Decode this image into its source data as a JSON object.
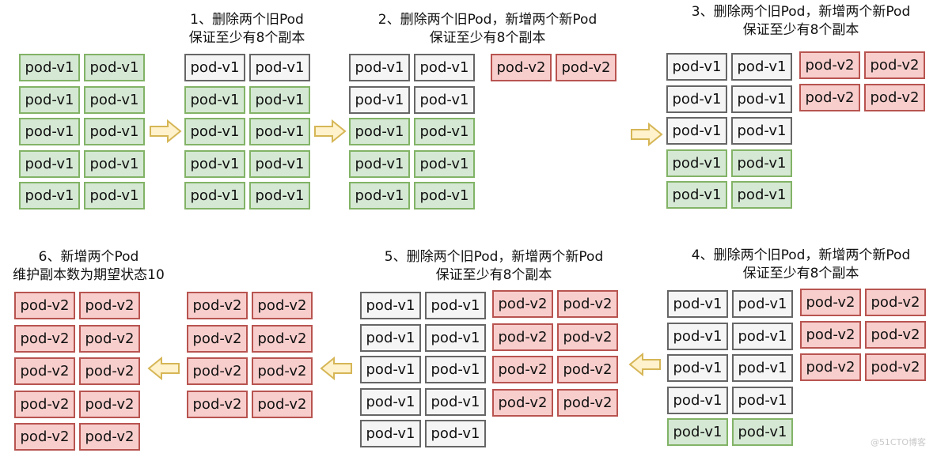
{
  "colors": {
    "green_fill": "#d5e8d4",
    "green_border": "#82b366",
    "white_fill": "#f5f5f5",
    "white_border": "#666666",
    "red_fill": "#f8cecc",
    "red_border": "#b85450",
    "arrow_fill": "#fff2cc",
    "arrow_border": "#d6b656"
  },
  "labels": {
    "v1": "pod-v1",
    "v2": "pod-v2"
  },
  "panels": [
    {
      "id": "initial",
      "title_lines": [],
      "rows": [
        [
          "g",
          "g"
        ],
        [
          "g",
          "g"
        ],
        [
          "g",
          "g"
        ],
        [
          "g",
          "g"
        ],
        [
          "g",
          "g"
        ]
      ],
      "extra_rows": []
    },
    {
      "id": "step1",
      "title_lines": [
        "1、删除两个旧Pod",
        "保证至少有8个副本"
      ],
      "rows": [
        [
          "w",
          "w"
        ],
        [
          "g",
          "g"
        ],
        [
          "g",
          "g"
        ],
        [
          "g",
          "g"
        ],
        [
          "g",
          "g"
        ]
      ],
      "extra_rows": []
    },
    {
      "id": "step2",
      "title_lines": [
        "2、删除两个旧Pod，新增两个新Pod",
        "保证至少有8个副本"
      ],
      "rows": [
        [
          "w",
          "w"
        ],
        [
          "w",
          "w"
        ],
        [
          "g",
          "g"
        ],
        [
          "g",
          "g"
        ],
        [
          "g",
          "g"
        ]
      ],
      "extra_rows": [
        [
          "r",
          "r"
        ]
      ]
    },
    {
      "id": "step3",
      "title_lines": [
        "3、删除两个旧Pod，新增两个新Pod",
        "保证至少有8个副本"
      ],
      "rows": [
        [
          "w",
          "w"
        ],
        [
          "w",
          "w"
        ],
        [
          "w",
          "w"
        ],
        [
          "g",
          "g"
        ],
        [
          "g",
          "g"
        ]
      ],
      "extra_rows": [
        [
          "r",
          "r"
        ],
        [
          "r",
          "r"
        ]
      ]
    },
    {
      "id": "step4",
      "title_lines": [
        "4、删除两个旧Pod，新增两个新Pod",
        "保证至少有8个副本"
      ],
      "rows": [
        [
          "w",
          "w"
        ],
        [
          "w",
          "w"
        ],
        [
          "w",
          "w"
        ],
        [
          "w",
          "w"
        ],
        [
          "g",
          "g"
        ]
      ],
      "extra_rows": [
        [
          "r",
          "r"
        ],
        [
          "r",
          "r"
        ],
        [
          "r",
          "r"
        ]
      ]
    },
    {
      "id": "step5",
      "title_lines": [
        "5、删除两个旧Pod，新增两个新Pod",
        "保证至少有8个副本"
      ],
      "rows": [
        [
          "w",
          "w"
        ],
        [
          "w",
          "w"
        ],
        [
          "w",
          "w"
        ],
        [
          "w",
          "w"
        ],
        [
          "w",
          "w"
        ]
      ],
      "extra_rows": [
        [
          "r",
          "r"
        ],
        [
          "r",
          "r"
        ],
        [
          "r",
          "r"
        ],
        [
          "r",
          "r"
        ]
      ]
    },
    {
      "id": "step5b",
      "title_lines": [],
      "rows": [
        [
          "r",
          "r"
        ],
        [
          "r",
          "r"
        ],
        [
          "r",
          "r"
        ],
        [
          "r",
          "r"
        ]
      ],
      "extra_rows": []
    },
    {
      "id": "step6",
      "title_lines": [
        "6、新增两个Pod",
        "维护副本数为期望状态10"
      ],
      "rows": [
        [
          "r",
          "r"
        ],
        [
          "r",
          "r"
        ],
        [
          "r",
          "r"
        ],
        [
          "r",
          "r"
        ],
        [
          "r",
          "r"
        ]
      ],
      "extra_rows": []
    }
  ],
  "watermark": "@51CTO博客"
}
